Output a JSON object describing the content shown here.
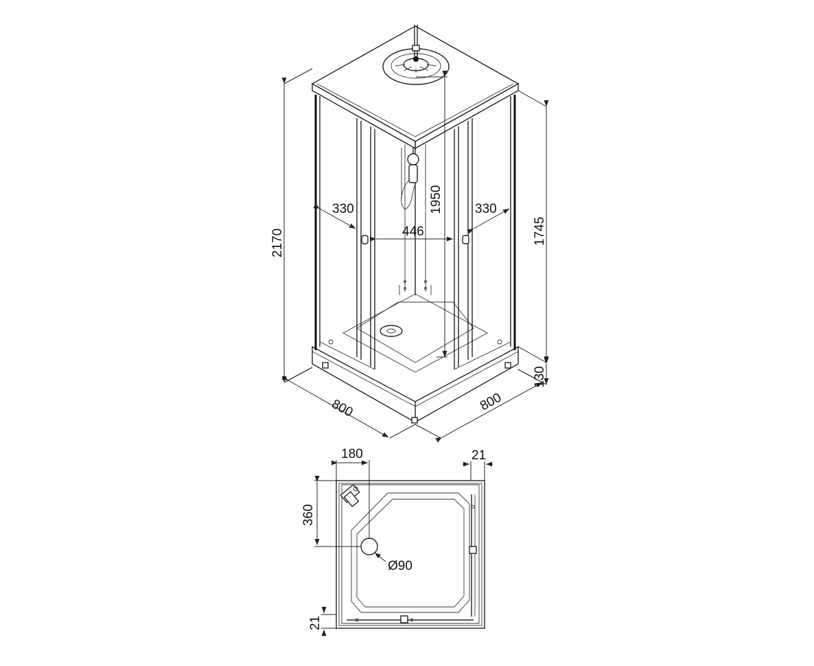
{
  "dimensions": {
    "total_height": "2170",
    "wall_height": "1745",
    "tray_height": "130",
    "width_left": "800",
    "width_right": "800",
    "door_left": "330",
    "door_right": "330",
    "opening_width": "446",
    "shower_height": "1950",
    "drain_offset_x": "180",
    "drain_offset_y": "360",
    "drain_diameter": "Ø90",
    "profile_top": "21",
    "profile_bottom": "21"
  }
}
